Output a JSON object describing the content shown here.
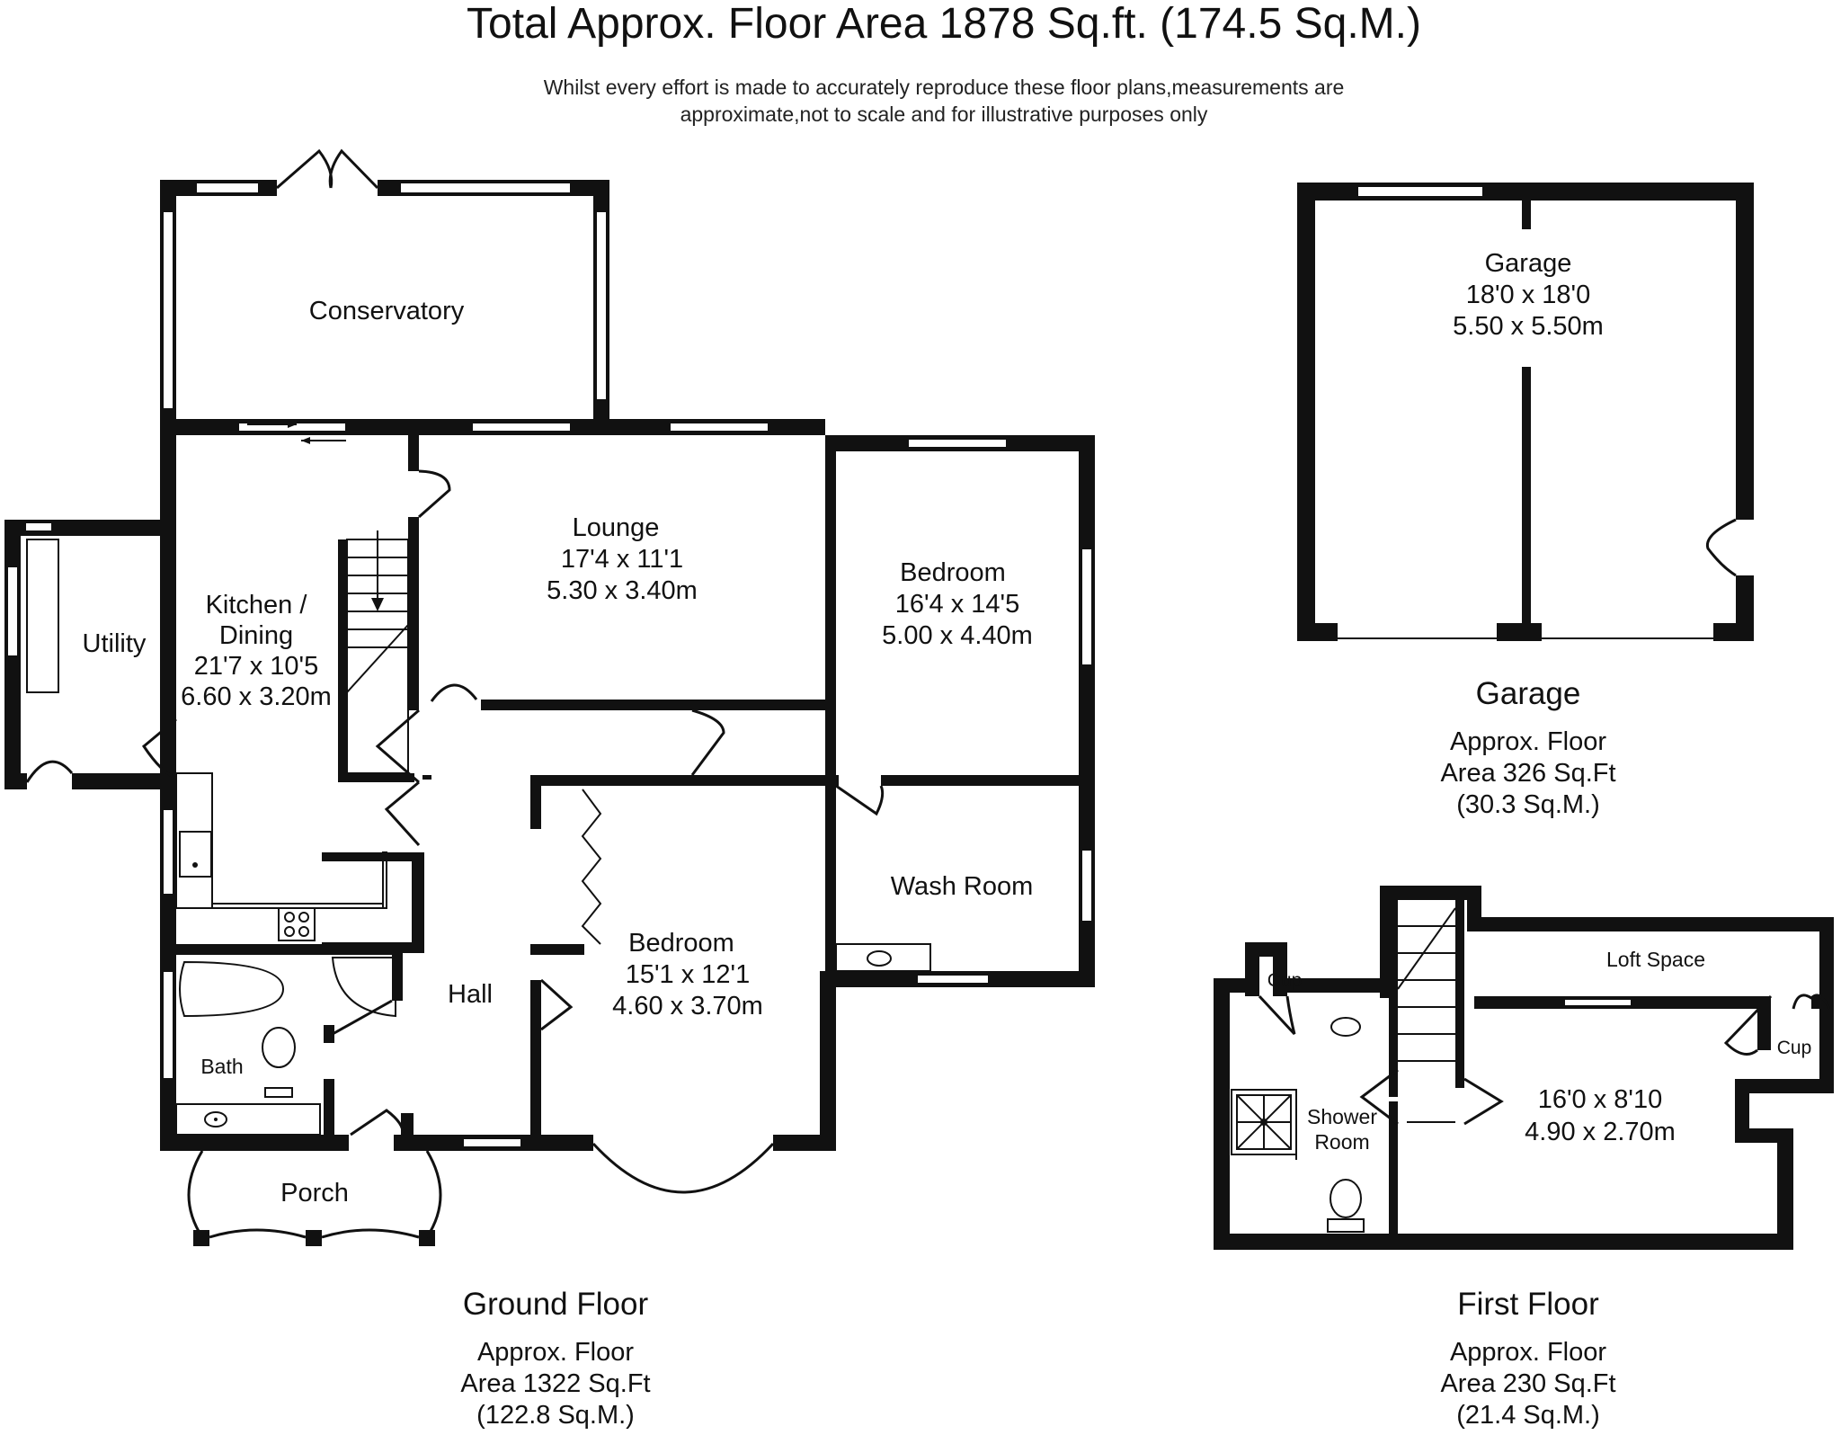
{
  "header": {
    "title": "Total Approx. Floor Area 1878 Sq.ft. (174.5 Sq.M.)",
    "disclaimer_line1": "Whilst every effort is made to accurately reproduce these floor plans,measurements are",
    "disclaimer_line2": "approximate,not to scale and for illustrative purposes only"
  },
  "ground_floor": {
    "title": "Ground Floor",
    "area_line1": "Approx. Floor",
    "area_line2": "Area 1322 Sq.Ft",
    "area_line3": "(122.8 Sq.M.)",
    "rooms": {
      "conservatory": {
        "name": "Conservatory"
      },
      "lounge": {
        "name": "Lounge",
        "imperial": "17'4 x 11'1",
        "metric": "5.30 x 3.40m"
      },
      "bedroom1": {
        "name": "Bedroom",
        "imperial": "16'4 x 14'5",
        "metric": "5.00 x 4.40m"
      },
      "kitchen": {
        "name_line1": "Kitchen /",
        "name_line2": "Dining",
        "imperial": "21'7 x 10'5",
        "metric": "6.60 x 3.20m"
      },
      "utility": {
        "name": "Utility"
      },
      "wash_room": {
        "name": "Wash Room"
      },
      "bedroom2": {
        "name": "Bedroom",
        "imperial": "15'1 x 12'1",
        "metric": "4.60 x 3.70m"
      },
      "hall": {
        "name": "Hall"
      },
      "bath": {
        "name": "Bath"
      },
      "porch": {
        "name": "Porch"
      }
    }
  },
  "garage_floor": {
    "title": "Garage",
    "area_line1": "Approx. Floor",
    "area_line2": "Area 326 Sq.Ft",
    "area_line3": "(30.3 Sq.M.)",
    "rooms": {
      "garage": {
        "name": "Garage",
        "imperial": "18'0 x 18'0",
        "metric": "5.50 x 5.50m"
      }
    }
  },
  "first_floor": {
    "title": "First Floor",
    "area_line1": "Approx. Floor",
    "area_line2": "Area 230 Sq.Ft",
    "area_line3": "(21.4 Sq.M.)",
    "rooms": {
      "loft_space": {
        "name": "Loft Space"
      },
      "cup_left": {
        "name": "Cup"
      },
      "cup_right": {
        "name": "Cup"
      },
      "shower_room": {
        "name_line1": "Shower",
        "name_line2": "Room"
      },
      "room": {
        "imperial": "16'0 x 8'10",
        "metric": "4.90 x 2.70m"
      }
    }
  }
}
